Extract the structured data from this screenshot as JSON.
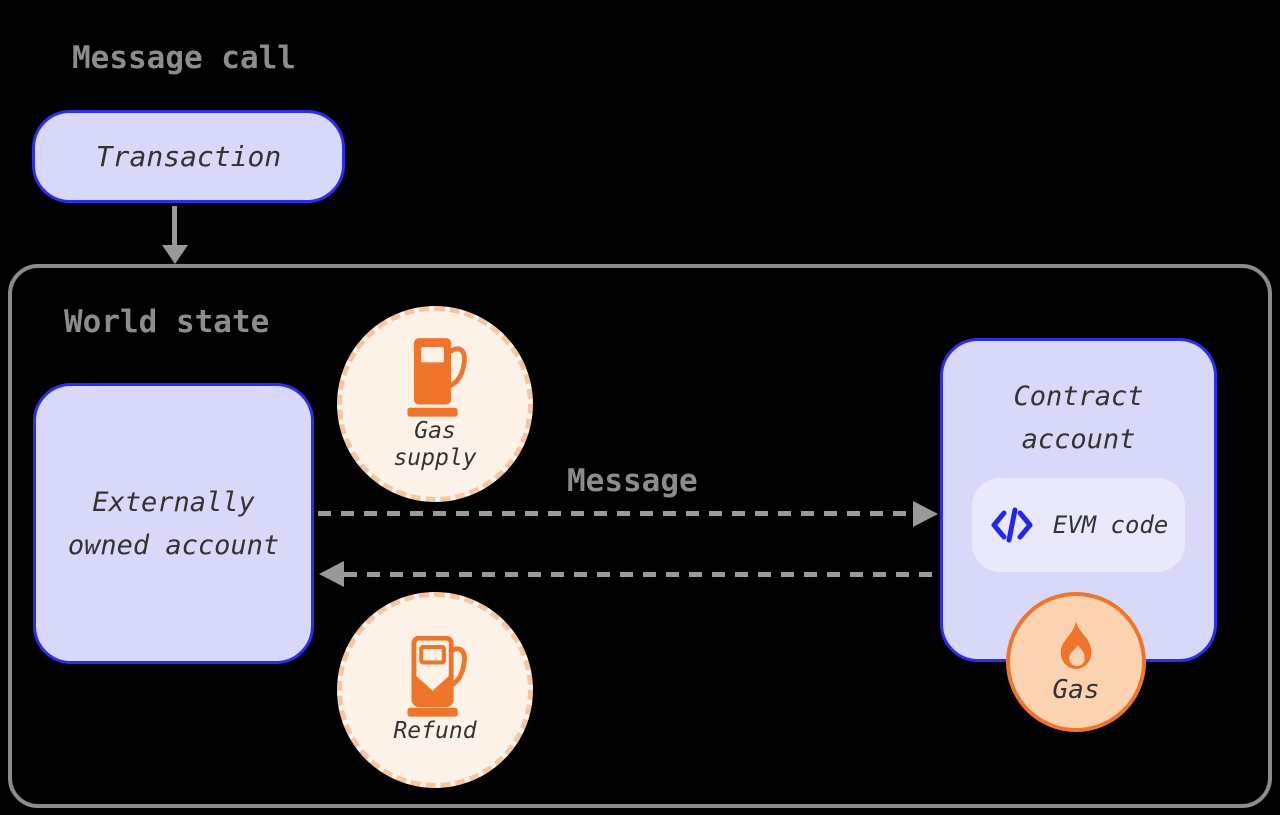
{
  "diagram": {
    "title": "Message call",
    "transaction": {
      "label": "Transaction"
    },
    "world_state": {
      "label": "World state",
      "externally_owned_account": {
        "lines": [
          "Externally",
          "owned account"
        ]
      },
      "gas_supply": {
        "lines": [
          "Gas",
          "supply"
        ],
        "icon": "gas-pump-icon"
      },
      "message_arrow": {
        "label": "Message"
      },
      "refund": {
        "label": "Refund",
        "icon": "gas-pump-refund-icon"
      },
      "contract_account": {
        "lines": [
          "Contract",
          "account"
        ],
        "evm_code": {
          "label": "EVM code",
          "icon": "code-brackets-icon"
        },
        "gas": {
          "label": "Gas",
          "icon": "flame-icon"
        }
      }
    },
    "colors": {
      "background": "#000000",
      "node_fill": "#d8d8f8",
      "node_border_blue": "#2d2df0",
      "evm_pill_fill": "#e9e9fc",
      "gray_label": "#8c8c8c",
      "arrow_gray": "#999999",
      "dark_text": "#333333",
      "orange": "#f0752c",
      "peach_dash_border": "#f6c6a2",
      "cream_circle_fill": "#fdf2e8",
      "gas_circle_fill": "#fbd3b0",
      "code_icon_blue": "#2525f0"
    }
  }
}
